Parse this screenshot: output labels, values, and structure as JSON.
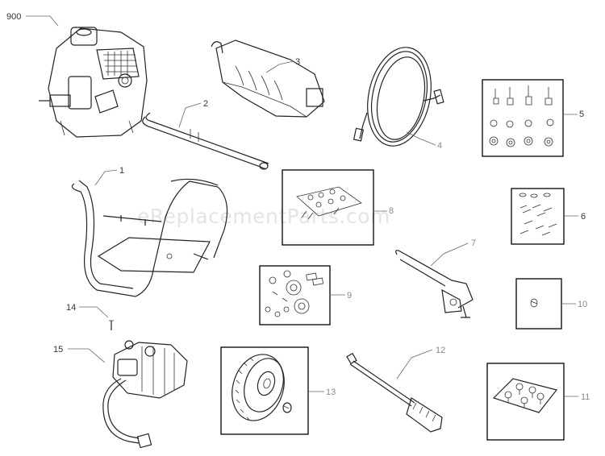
{
  "watermark": "eReplacementParts.com",
  "parts": [
    {
      "id": "engine",
      "callout": "900"
    },
    {
      "id": "handle",
      "callout": "2"
    },
    {
      "id": "engine-cover",
      "callout": "3"
    },
    {
      "id": "hose",
      "callout": "4"
    },
    {
      "id": "hardware-kit-5",
      "callout": "5"
    },
    {
      "id": "frame",
      "callout": "1"
    },
    {
      "id": "hardware-kit-8",
      "callout": "8"
    },
    {
      "id": "hardware-kit-6",
      "callout": "6"
    },
    {
      "id": "spray-gun",
      "callout": "7"
    },
    {
      "id": "hardware-kit-9",
      "callout": "9"
    },
    {
      "id": "hardware-kit-10",
      "callout": "10"
    },
    {
      "id": "pin",
      "callout": "14"
    },
    {
      "id": "pump",
      "callout": "15"
    },
    {
      "id": "wheel-kit",
      "callout": "13"
    },
    {
      "id": "spray-wand",
      "callout": "12"
    },
    {
      "id": "nozzle-kit",
      "callout": "11"
    }
  ]
}
